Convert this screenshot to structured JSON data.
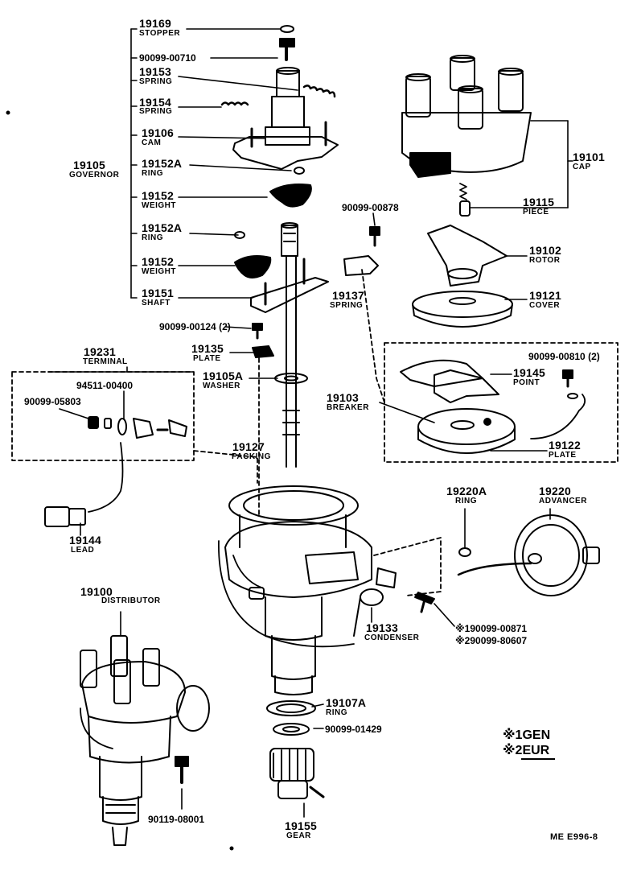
{
  "parts": {
    "p19169": {
      "num": "19169",
      "name": "STOPPER"
    },
    "p90099_00710": {
      "num": "90099-00710"
    },
    "p19153": {
      "num": "19153",
      "name": "SPRING"
    },
    "p19154": {
      "num": "19154",
      "name": "SPRING"
    },
    "p19106": {
      "num": "19106",
      "name": "CAM"
    },
    "p19105": {
      "num": "19105",
      "name": "GOVERNOR"
    },
    "p19152A_1": {
      "num": "19152A",
      "name": "RING"
    },
    "p19152_1": {
      "num": "19152",
      "name": "WEIGHT"
    },
    "p19152A_2": {
      "num": "19152A",
      "name": "RING"
    },
    "p19152_2": {
      "num": "19152",
      "name": "WEIGHT"
    },
    "p19151": {
      "num": "19151",
      "name": "SHAFT"
    },
    "p90099_00124": {
      "num": "90099-00124 (2)"
    },
    "p19135": {
      "num": "19135",
      "name": "PLATE"
    },
    "p19105A": {
      "num": "19105A",
      "name": "WASHER"
    },
    "p19231": {
      "num": "19231",
      "name": "TERMINAL"
    },
    "p94511_00400": {
      "num": "94511-00400"
    },
    "p90099_05803": {
      "num": "90099-05803"
    },
    "p19144": {
      "num": "19144",
      "name": "LEAD"
    },
    "p19127": {
      "num": "19127",
      "name": "PACKING"
    },
    "p19101": {
      "num": "19101",
      "name": "CAP"
    },
    "p19115": {
      "num": "19115",
      "name": "PIECE"
    },
    "p90099_00878": {
      "num": "90099-00878"
    },
    "p19102": {
      "num": "19102",
      "name": "ROTOR"
    },
    "p19137": {
      "num": "19137",
      "name": "SPRING"
    },
    "p19121": {
      "num": "19121",
      "name": "COVER"
    },
    "p90099_00810": {
      "num": "90099-00810 (2)"
    },
    "p19145": {
      "num": "19145",
      "name": "POINT"
    },
    "p19103": {
      "num": "19103",
      "name": "BREAKER"
    },
    "p19122": {
      "num": "19122",
      "name": "PLATE"
    },
    "p19220A": {
      "num": "19220A",
      "name": "RING"
    },
    "p19220": {
      "num": "19220",
      "name": "ADVANCER"
    },
    "p19133": {
      "num": "19133",
      "name": "CONDENSER"
    },
    "p90099_00871": {
      "num": "※190099-00871"
    },
    "p90099_80607": {
      "num": "※290099-80607"
    },
    "p19100": {
      "num": "19100",
      "name": "DISTRIBUTOR"
    },
    "p19107A": {
      "num": "19107A",
      "name": "RING"
    },
    "p90099_01429": {
      "num": "90099-01429"
    },
    "p90119_08001": {
      "num": "90119-08001"
    },
    "p19155": {
      "num": "19155",
      "name": "GEAR"
    }
  },
  "legend": {
    "gen": "※1GEN",
    "eur": "※2EUR"
  },
  "footer": {
    "code": "ME  E996-8"
  }
}
